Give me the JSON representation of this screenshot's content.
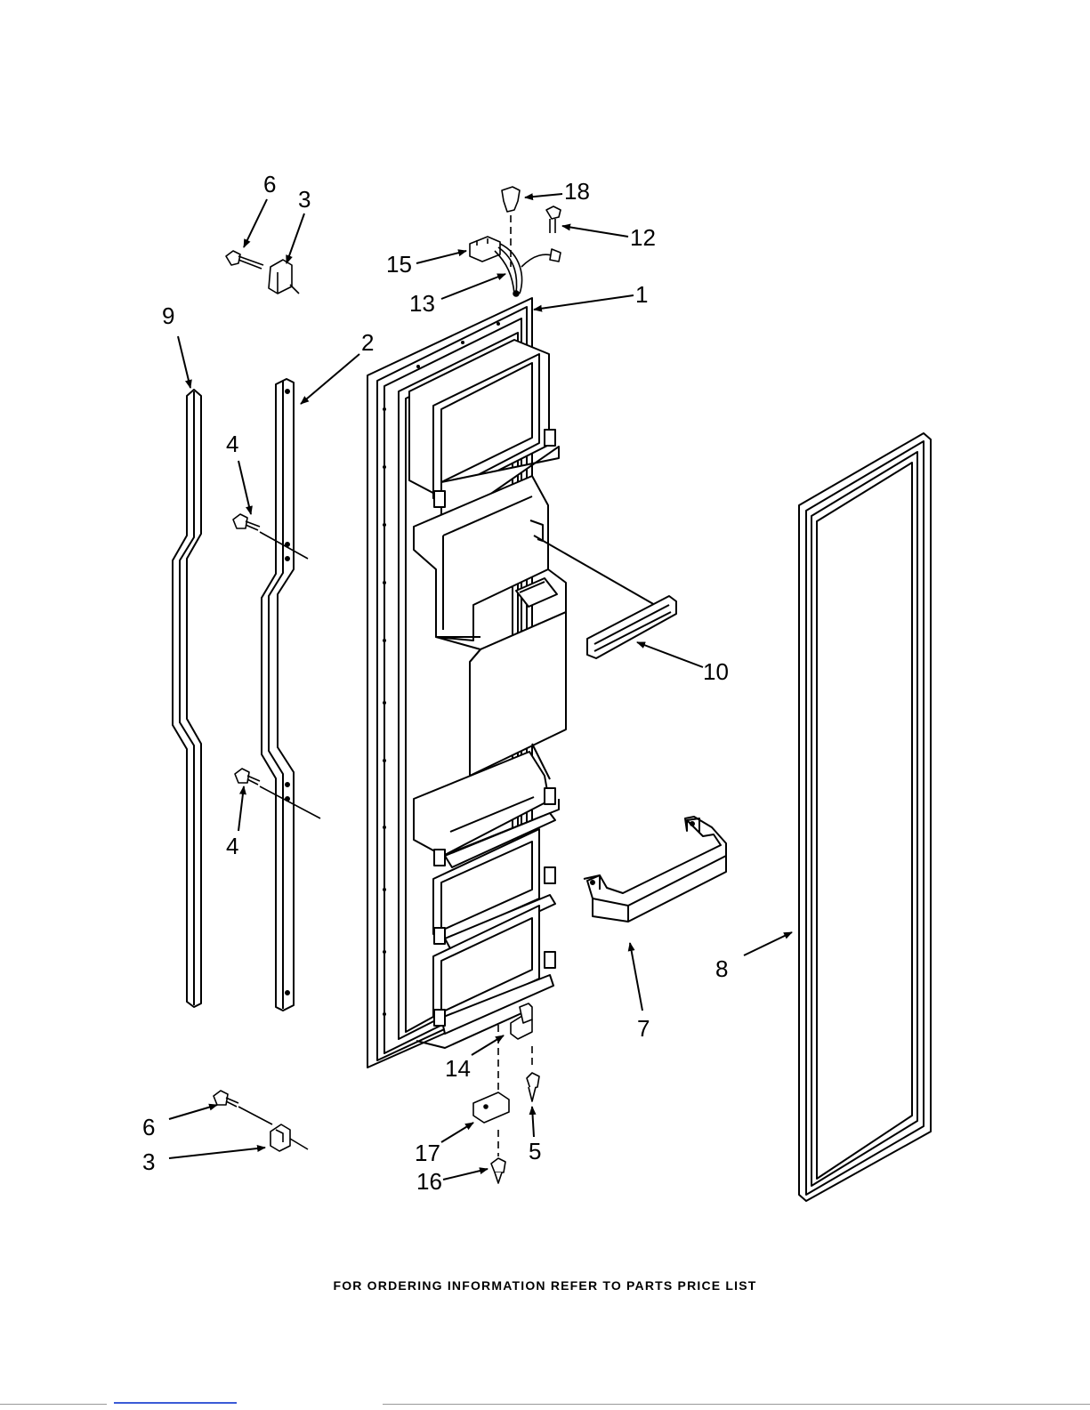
{
  "footer_note": "FOR ORDERING INFORMATION REFER TO PARTS PRICE LIST",
  "callouts": {
    "p6_top": "6",
    "p3_top": "3",
    "p9": "9",
    "p2": "2",
    "p4_upper": "4",
    "p4_lower": "4",
    "p18": "18",
    "p12": "12",
    "p15": "15",
    "p13": "13",
    "p1": "1",
    "p10": "10",
    "p7": "7",
    "p8": "8",
    "p14": "14",
    "p5": "5",
    "p17": "17",
    "p16": "16",
    "p6_bottom": "6",
    "p3_bottom": "3"
  }
}
